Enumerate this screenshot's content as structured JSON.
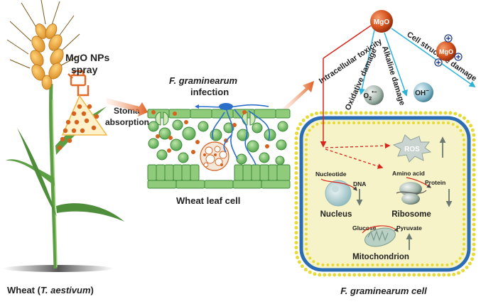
{
  "labels": {
    "mgo_np_line1": "MgO NPs",
    "mgo_np_line2": "spray",
    "stoma_line1": "Stoma",
    "stoma_line2": "absorption",
    "wheat_caption_pre": "Wheat (",
    "wheat_caption_species": "T. aestivum",
    "wheat_caption_post": ")",
    "infection_line1": "F. graminearum",
    "infection_line2": "infection",
    "leaf_cell_caption": "Wheat leaf cell",
    "mgo_ball": "MgO",
    "mgo_ball_small": "MgO",
    "intracellular_toxicity": "Intracellular toxicity",
    "oxidative_damage": "Oxidative damage",
    "alkaline_damage": "Alkaline damage",
    "cell_structure_damage": "Cell structure damage",
    "o2_minus": "O",
    "o2_sub": "2",
    "oh_minus": "OH",
    "ros": "ROS",
    "nucleotide": "Nucleotide",
    "dna": "DNA",
    "nucleus": "Nucleus",
    "amino_acid": "Amino acid",
    "protein": "Protein",
    "ribosome": "Ribosome",
    "glucose": "Glucose",
    "pyruvate": "Pyruvate",
    "mitochondrion": "Mitochondrion",
    "fungal_cell_caption": "F. graminearum cell"
  },
  "colors": {
    "grain": "#E9A23A",
    "grain_dark": "#B9741C",
    "stem": "#4E8E3A",
    "stem_light": "#8CC46A",
    "particle": "#D6621E",
    "leaf_cell": "#7DC46E",
    "leaf_cell_dark": "#3D8A3A",
    "fungus": "#2C6FC9",
    "membrane_blue": "#2A6DB5",
    "membrane_bead": "#E7DA34",
    "cytoplasm": "#F7F3C8",
    "red_arrow": "#D7261E",
    "cyan_arrow": "#2BB2D8",
    "mgo_ball": "#C9471E",
    "arrow_orange": "#E06A2A"
  }
}
